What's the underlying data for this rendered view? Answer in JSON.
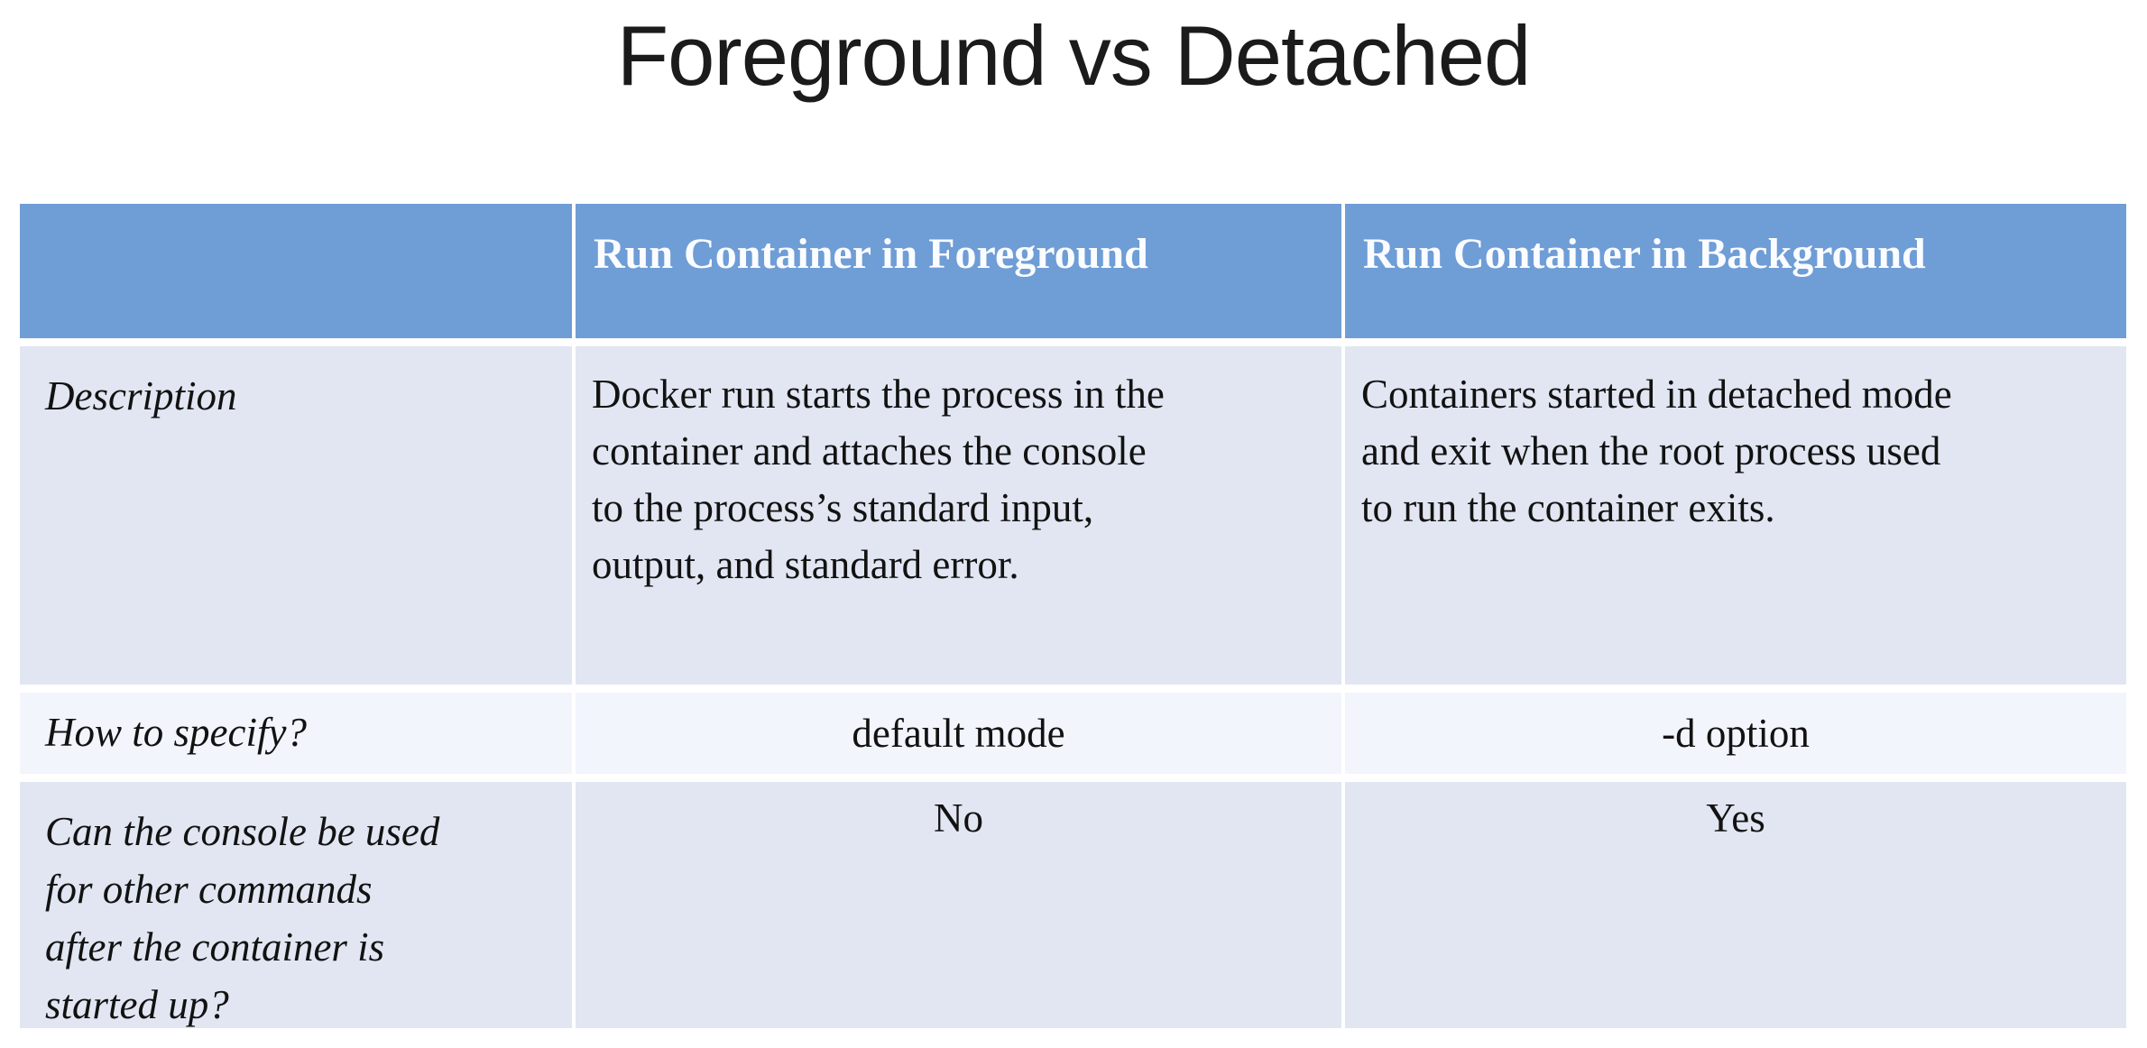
{
  "slide": {
    "title": "Foreground vs Detached"
  },
  "table": {
    "columns": [
      "",
      "Run Container in Foreground",
      "Run Container in Background"
    ],
    "rows": [
      {
        "label": "Description",
        "cells": [
          "Docker run starts the process in the\ncontainer and attaches the console\nto the process’s standard input,\noutput, and standard error.",
          "Containers started in detached mode\nand exit when the root process used\nto run the container exits."
        ]
      },
      {
        "label": "How to specify?",
        "cells": [
          "default mode",
          "-d option"
        ]
      },
      {
        "label": "Can the console be used\nfor other commands\nafter the container is\nstarted up?",
        "cells": [
          "No",
          "Yes"
        ]
      }
    ]
  },
  "colors": {
    "page_bg": "#ffffff",
    "header_bg": "#6f9dd6",
    "row_odd_bg": "#e1e6f2",
    "row_even_bg": "#f2f5fc",
    "header_text": "#fafcff",
    "body_text": "#121212",
    "title_text": "#1b1b1b"
  }
}
